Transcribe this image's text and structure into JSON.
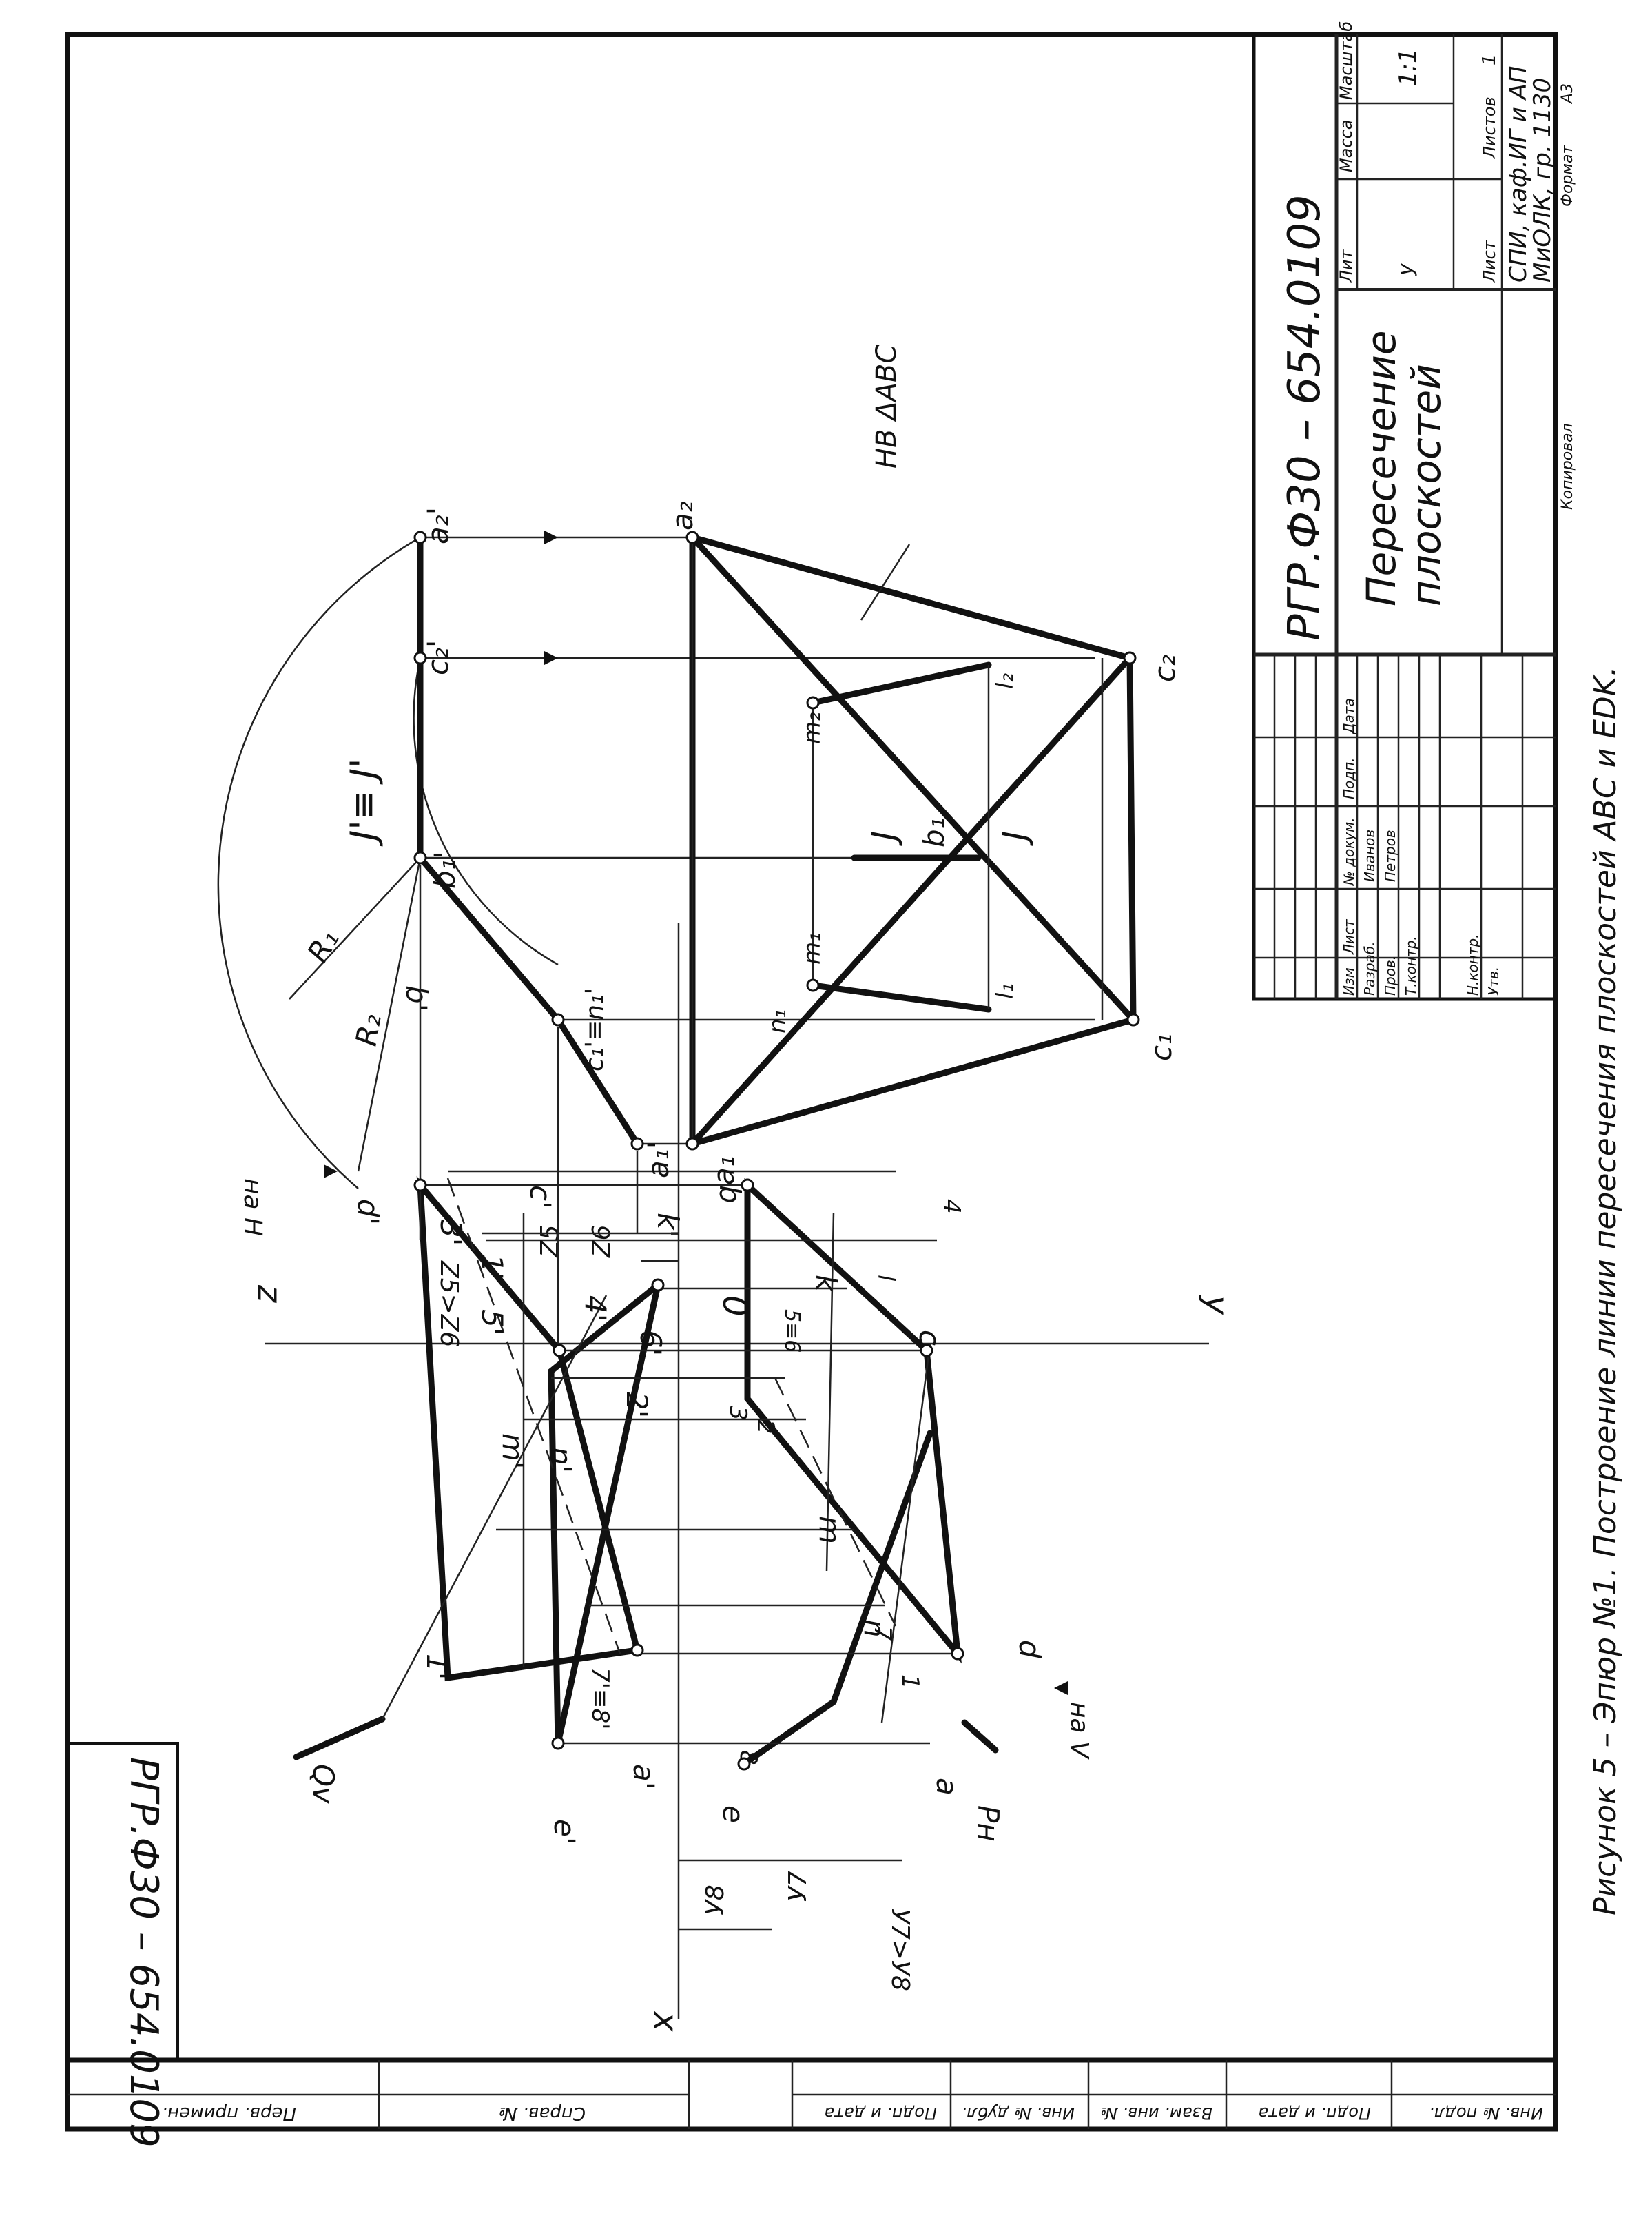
{
  "caption": "Рисунок 5 – Эпюр №1. Построение линии пересечения плоскостей ABC и EDK.",
  "code_top": "РГР.Ф30 – 654.0109",
  "code_corner": "РГР.Ф30 – 654.0109",
  "title_block": {
    "doc_title_line1": "Пересечение",
    "doc_title_line2": "плоскостей",
    "lit_hdr": "Лит",
    "mass_hdr": "Масса",
    "scale_hdr": "Масштаб",
    "lit_val": "у",
    "scale_val": "1:1",
    "sheet_lbl": "Лист",
    "sheets_lbl": "Листов",
    "sheets_val": "1",
    "org_line1": "СПИ, каф.ИГ и АП",
    "org_line2": "МиОЛК, гр. 1130",
    "copied": "Копировал",
    "format": "Формат",
    "format_val": "А3",
    "h_izm": "Изм",
    "h_list": "Лист",
    "h_doc": "№ докум.",
    "h_sign": "Подп.",
    "h_date": "Дата",
    "r_razrab": "Разраб.",
    "r_prov": "Пров.",
    "r_tkontr": "Т.контр.",
    "r_nkontr": "Н.контр.",
    "r_utv": "Утв.",
    "n_razrab": "Иванов",
    "n_prov": "Петров"
  },
  "side_strip": [
    "Перв. примен.",
    "Справ. №",
    "Подп. и дата",
    "Инв. № дубл.",
    "Взам. инв. №",
    "Подп. и дата",
    "Инв. № подл."
  ],
  "axes": {
    "x": "x",
    "y": "y",
    "z": "z",
    "o": "0"
  },
  "dims": {
    "Z5gtZ6": "Z5>Z6",
    "Z5": "Z5",
    "Z6": "Z6",
    "Y8": "У8",
    "Y7": "У7",
    "Y7gtY8": "У7>У8",
    "naH": "на H",
    "naV": "на V"
  },
  "labels": {
    "a1p": "a'",
    "b1p": "b'",
    "c1p": "c'",
    "d1p": "d'",
    "e1p": "e'",
    "k1p": "k'",
    "m1p": "m'",
    "n1p": "n'",
    "p1": "1'",
    "p3": "3'",
    "p5": "5'",
    "p6": "6'",
    "p4": "4'",
    "p2": "2'",
    "p1b": "1'",
    "p78": "7'≡8'",
    "a": "a",
    "b": "b",
    "c": "c",
    "d": "d",
    "e": "e",
    "k": "k",
    "m": "m",
    "n": "n",
    "q1": "1",
    "q2": "2",
    "q3": "3",
    "q4": "4",
    "q56": "5≡6",
    "q7": "7",
    "q8": "8",
    "ql": "l",
    "Qv": "Qv",
    "Ph": "Pн",
    "a1": "a₁'",
    "b1": "b₁'",
    "c1": "c₁'≡n₁'",
    "a2top": "a₂'",
    "c2top": "c₂'",
    "JJ": "J'≡ J'",
    "R1": "R₁",
    "R2": "R₂",
    "A1": "a₁",
    "B1": "b₁",
    "C1": "c₁",
    "A2": "a₂",
    "C2": "c₂",
    "m1": "m₁",
    "m2": "m₂",
    "n1": "n₁",
    "l1": "l₁",
    "l2": "l₂",
    "J1": "J",
    "J2": "J",
    "hv": "НВ ΔАВС"
  }
}
